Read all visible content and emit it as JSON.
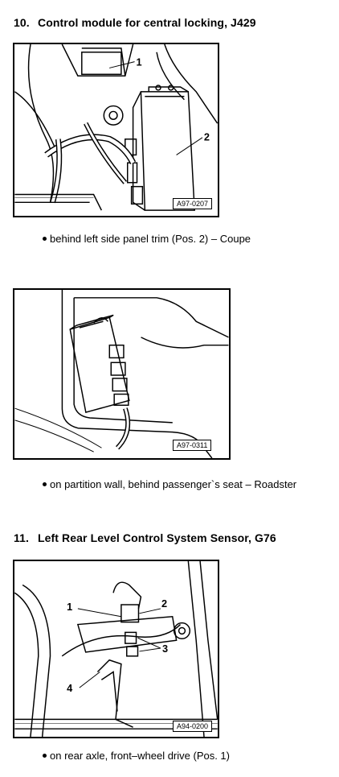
{
  "sections": [
    {
      "number": "10.",
      "title": "Control module for central locking, J429",
      "figures": [
        {
          "code": "A97-0207",
          "callouts": [
            "1",
            "2"
          ],
          "caption": "behind left side panel trim (Pos. 2) – Coupe"
        },
        {
          "code": "A97-0311",
          "callouts": [],
          "caption": "on partition wall, behind passenger`s seat – Roadster"
        }
      ]
    },
    {
      "number": "11.",
      "title": "Left Rear Level Control System Sensor, G76",
      "figures": [
        {
          "code": "A94-0200",
          "callouts": [
            "1",
            "2",
            "3",
            "4"
          ],
          "caption": "on rear axle, front–wheel drive (Pos. 1)"
        }
      ]
    }
  ]
}
